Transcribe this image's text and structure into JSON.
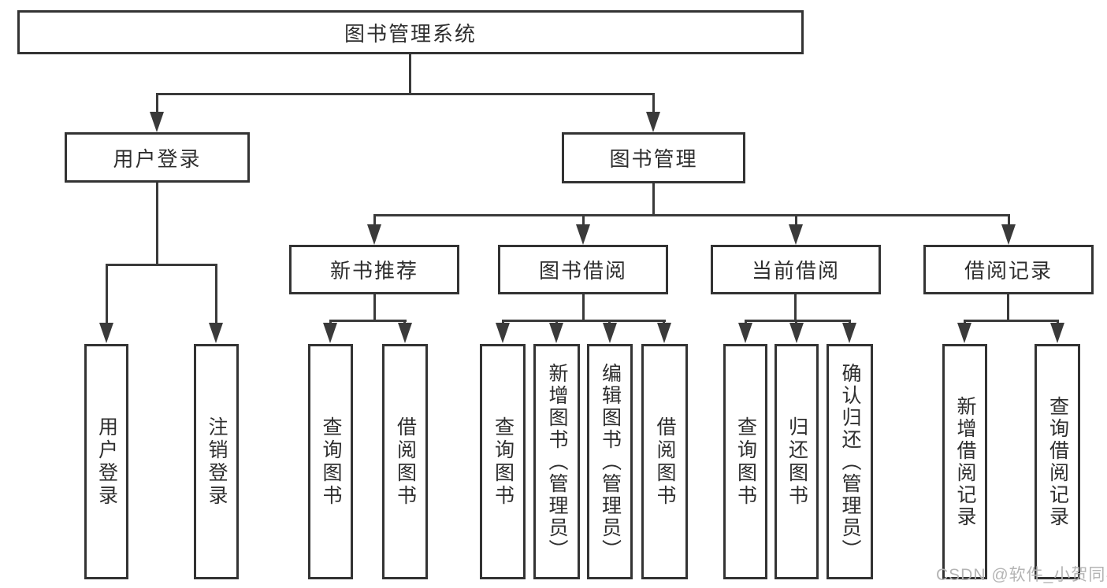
{
  "tree": {
    "root": {
      "label": "图书管理系统"
    },
    "branches": [
      {
        "label": "用户登录",
        "children": [
          {
            "label": "用户登录"
          },
          {
            "label": "注销登录"
          }
        ]
      },
      {
        "label": "图书管理",
        "groups": [
          {
            "label": "新书推荐",
            "children": [
              {
                "label": "查询图书"
              },
              {
                "label": "借阅图书"
              }
            ]
          },
          {
            "label": "图书借阅",
            "children": [
              {
                "label": "查询图书"
              },
              {
                "label": "新增图书（管理员）"
              },
              {
                "label": "编辑图书（管理员）"
              },
              {
                "label": "借阅图书"
              }
            ]
          },
          {
            "label": "当前借阅",
            "children": [
              {
                "label": "查询图书"
              },
              {
                "label": "归还图书"
              },
              {
                "label": "确认归还（管理员）"
              }
            ]
          },
          {
            "label": "借阅记录",
            "children": [
              {
                "label": "新增借阅记录"
              },
              {
                "label": "查询借阅记录"
              }
            ]
          }
        ]
      }
    ]
  },
  "watermark": {
    "text": "CSDN @软件_小贺同学"
  },
  "colors": {
    "line": "#3a3a3a",
    "border": "#333333",
    "text": "#2e2e2e",
    "watermark": "#b4b4b4",
    "background": "#ffffff"
  }
}
